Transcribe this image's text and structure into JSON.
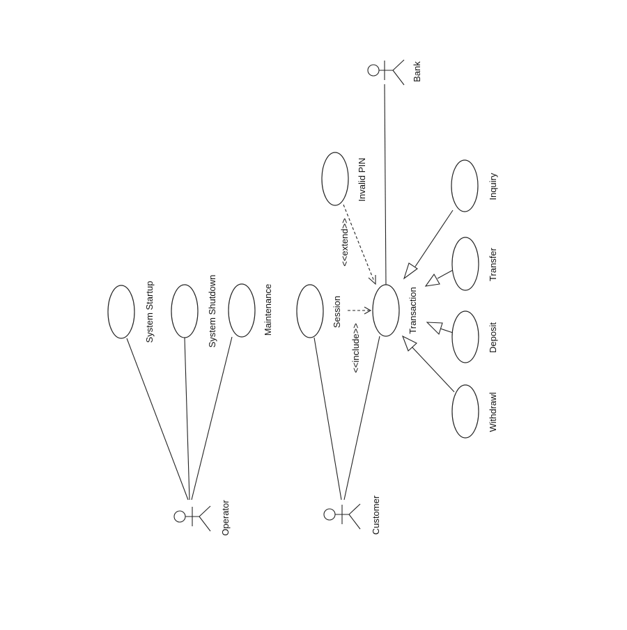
{
  "actors": {
    "operator": "Operator",
    "customer": "Customer",
    "bank": "Bank"
  },
  "use_cases": {
    "system_startup": "System Startup",
    "system_shutdown": "System Shutdown",
    "maintenance": "Maintenance",
    "session": "Session",
    "transaction": "Transaction",
    "invalid_pin": "Invalid PIN",
    "inquiry": "Inquiry",
    "transfer": "Transfer",
    "deposit": "Deposit",
    "withdrawl": "Withdrawl"
  },
  "stereotypes": {
    "include": "<<include>>",
    "extend": "<<extend>>"
  }
}
